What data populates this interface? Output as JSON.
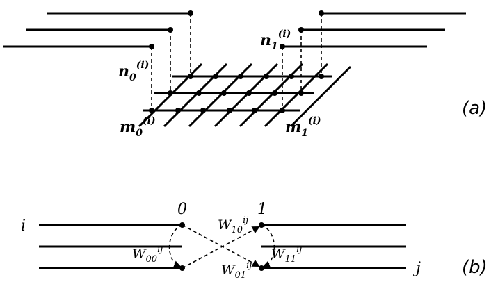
{
  "panel_a": {
    "tag": "(a)",
    "n0": {
      "base": "n",
      "sub": "0",
      "sup": "(i)"
    },
    "n1": {
      "base": "n",
      "sub": "1",
      "sup": "(i)"
    },
    "m0": {
      "base": "m",
      "sub": "0",
      "sup": "(i)"
    },
    "m1": {
      "base": "m",
      "sub": "1",
      "sup": "(i)"
    }
  },
  "panel_b": {
    "tag": "(b)",
    "label_i": "i",
    "label_j": "j",
    "node0": "0",
    "node1": "1",
    "w00": {
      "base": "W",
      "sub": "00",
      "sup": "ij"
    },
    "w01": {
      "base": "W",
      "sub": "01",
      "sup": "ij"
    },
    "w10": {
      "base": "W",
      "sub": "10",
      "sup": "ij"
    },
    "w11": {
      "base": "W",
      "sub": "11",
      "sup": "ij"
    }
  }
}
